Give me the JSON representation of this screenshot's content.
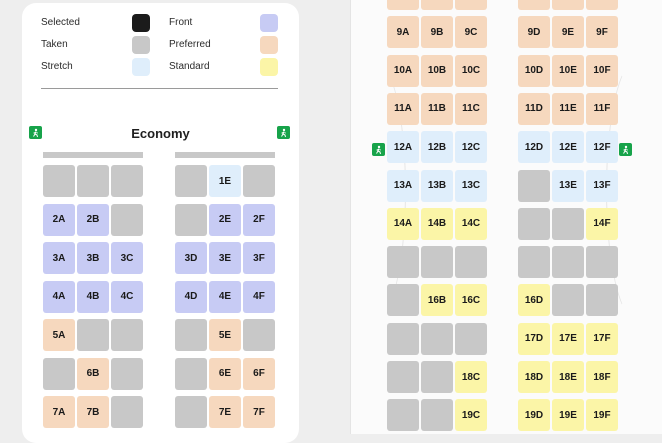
{
  "legend": {
    "selected": "Selected",
    "taken": "Taken",
    "stretch": "Stretch",
    "front": "Front",
    "preferred": "Preferred",
    "standard": "Standard"
  },
  "colors": {
    "selected": "#1b1b1b",
    "taken": "#c8c8c8",
    "stretch": "#dfeefb",
    "front": "#c7cbf4",
    "preferred": "#f6d8be",
    "standard": "#fbf5a7",
    "exit": "#17a34a"
  },
  "exit_icon": "emergency-exit-icon",
  "left_cabin": {
    "title": "Economy",
    "rows": [
      {
        "seats": [
          [
            "",
            "taken"
          ],
          [
            "",
            "taken"
          ],
          [
            "",
            "taken"
          ],
          [
            "",
            "taken"
          ],
          [
            "1E",
            "stretch"
          ],
          [
            "",
            "taken"
          ]
        ]
      },
      {
        "seats": [
          [
            "2A",
            "front"
          ],
          [
            "2B",
            "front"
          ],
          [
            "",
            "taken"
          ],
          [
            "",
            "taken"
          ],
          [
            "2E",
            "front"
          ],
          [
            "2F",
            "front"
          ]
        ]
      },
      {
        "seats": [
          [
            "3A",
            "front"
          ],
          [
            "3B",
            "front"
          ],
          [
            "3C",
            "front"
          ],
          [
            "3D",
            "front"
          ],
          [
            "3E",
            "front"
          ],
          [
            "3F",
            "front"
          ]
        ]
      },
      {
        "seats": [
          [
            "4A",
            "front"
          ],
          [
            "4B",
            "front"
          ],
          [
            "4C",
            "front"
          ],
          [
            "4D",
            "front"
          ],
          [
            "4E",
            "front"
          ],
          [
            "4F",
            "front"
          ]
        ]
      },
      {
        "seats": [
          [
            "5A",
            "preferred"
          ],
          [
            "",
            "taken"
          ],
          [
            "",
            "taken"
          ],
          [
            "",
            "taken"
          ],
          [
            "5E",
            "preferred"
          ],
          [
            "",
            "taken"
          ]
        ]
      },
      {
        "seats": [
          [
            "",
            "taken"
          ],
          [
            "6B",
            "preferred"
          ],
          [
            "",
            "taken"
          ],
          [
            "",
            "taken"
          ],
          [
            "6E",
            "preferred"
          ],
          [
            "6F",
            "preferred"
          ]
        ]
      },
      {
        "seats": [
          [
            "7A",
            "preferred"
          ],
          [
            "7B",
            "preferred"
          ],
          [
            "",
            "taken"
          ],
          [
            "",
            "taken"
          ],
          [
            "7E",
            "preferred"
          ],
          [
            "7F",
            "preferred"
          ]
        ]
      }
    ]
  },
  "right_cabin": {
    "rows": [
      {
        "seats": [
          [
            "",
            "preferred"
          ],
          [
            "",
            "preferred"
          ],
          [
            "",
            "preferred"
          ],
          [
            "",
            "preferred"
          ],
          [
            "",
            "preferred"
          ],
          [
            "",
            "preferred"
          ]
        ]
      },
      {
        "seats": [
          [
            "9A",
            "preferred"
          ],
          [
            "9B",
            "preferred"
          ],
          [
            "9C",
            "preferred"
          ],
          [
            "9D",
            "preferred"
          ],
          [
            "9E",
            "preferred"
          ],
          [
            "9F",
            "preferred"
          ]
        ]
      },
      {
        "seats": [
          [
            "10A",
            "preferred"
          ],
          [
            "10B",
            "preferred"
          ],
          [
            "10C",
            "preferred"
          ],
          [
            "10D",
            "preferred"
          ],
          [
            "10E",
            "preferred"
          ],
          [
            "10F",
            "preferred"
          ]
        ]
      },
      {
        "seats": [
          [
            "11A",
            "preferred"
          ],
          [
            "11B",
            "preferred"
          ],
          [
            "11C",
            "preferred"
          ],
          [
            "11D",
            "preferred"
          ],
          [
            "11E",
            "preferred"
          ],
          [
            "11F",
            "preferred"
          ]
        ]
      },
      {
        "seats": [
          [
            "12A",
            "stretch"
          ],
          [
            "12B",
            "stretch"
          ],
          [
            "12C",
            "stretch"
          ],
          [
            "12D",
            "stretch"
          ],
          [
            "12E",
            "stretch"
          ],
          [
            "12F",
            "stretch"
          ]
        ]
      },
      {
        "seats": [
          [
            "13A",
            "stretch"
          ],
          [
            "13B",
            "stretch"
          ],
          [
            "13C",
            "stretch"
          ],
          [
            "",
            "taken"
          ],
          [
            "13E",
            "stretch"
          ],
          [
            "13F",
            "stretch"
          ]
        ]
      },
      {
        "seats": [
          [
            "14A",
            "standard"
          ],
          [
            "14B",
            "standard"
          ],
          [
            "14C",
            "standard"
          ],
          [
            "",
            "taken"
          ],
          [
            "",
            "taken"
          ],
          [
            "14F",
            "standard"
          ]
        ]
      },
      {
        "seats": [
          [
            "",
            "taken"
          ],
          [
            "",
            "taken"
          ],
          [
            "",
            "taken"
          ],
          [
            "",
            "taken"
          ],
          [
            "",
            "taken"
          ],
          [
            "",
            "taken"
          ]
        ]
      },
      {
        "seats": [
          [
            "",
            "taken"
          ],
          [
            "16B",
            "standard"
          ],
          [
            "16C",
            "standard"
          ],
          [
            "16D",
            "standard"
          ],
          [
            "",
            "taken"
          ],
          [
            "",
            "taken"
          ]
        ]
      },
      {
        "seats": [
          [
            "",
            "taken"
          ],
          [
            "",
            "taken"
          ],
          [
            "",
            "taken"
          ],
          [
            "17D",
            "standard"
          ],
          [
            "17E",
            "standard"
          ],
          [
            "17F",
            "standard"
          ]
        ]
      },
      {
        "seats": [
          [
            "",
            "taken"
          ],
          [
            "",
            "taken"
          ],
          [
            "18C",
            "standard"
          ],
          [
            "18D",
            "standard"
          ],
          [
            "18E",
            "standard"
          ],
          [
            "18F",
            "standard"
          ]
        ]
      },
      {
        "seats": [
          [
            "",
            "taken"
          ],
          [
            "",
            "taken"
          ],
          [
            "19C",
            "standard"
          ],
          [
            "19D",
            "standard"
          ],
          [
            "19E",
            "standard"
          ],
          [
            "19F",
            "standard"
          ]
        ]
      }
    ]
  }
}
